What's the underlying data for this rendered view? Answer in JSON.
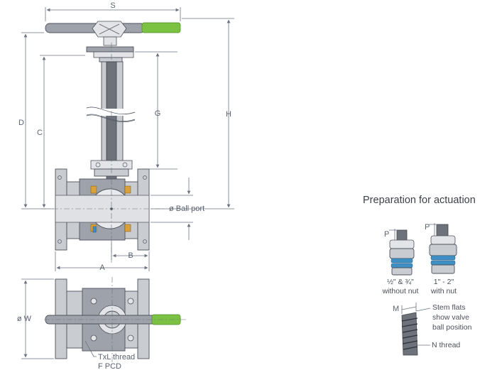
{
  "dimensions": {
    "s": "S",
    "d": "D",
    "c": "C",
    "g": "G",
    "h": "H",
    "a": "A",
    "b": "B",
    "w": "ø W",
    "m": "M",
    "p_left": "P",
    "p_right": "P"
  },
  "callouts": {
    "ball_port": "ø Ball port",
    "thread_line1": "TxL thread",
    "thread_line2": "F PCD"
  },
  "actuation": {
    "heading": "Preparation for actuation",
    "small_size": "½\" & ¾\"",
    "small_caption": "without nut",
    "large_size": "1\" - 2\"",
    "large_caption": "with nut",
    "stem_note_line1": "Stem flats",
    "stem_note_line2": "show valve",
    "stem_note_line3": "ball position",
    "n_thread": "N thread"
  },
  "colors": {
    "handle_grip": "#7cc242",
    "seat": "#d9a13a",
    "seal_ring": "#3f8fc4",
    "steel": "#c9ccd1"
  }
}
